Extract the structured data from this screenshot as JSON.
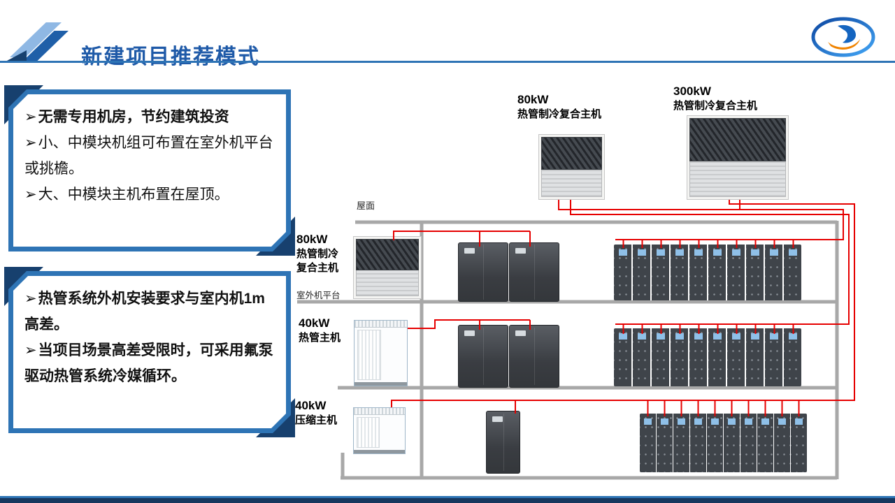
{
  "header": {
    "title": "新建项目推荐模式"
  },
  "bullet": "➢",
  "boxes": {
    "box1": {
      "items": [
        "无需专用机房，节约建筑投资",
        "小、中模块机组可布置在室外机平台或挑檐。",
        "大、中模块主机布置在屋顶。"
      ]
    },
    "box2": {
      "items": [
        "热管系统外机安装要求与室内机1m高差。",
        "当项目场景高差受限时，可采用氟泵驱动热管系统冷媒循环。"
      ]
    }
  },
  "diagram": {
    "rooftop_small": {
      "power": "80kW",
      "name": "热管制冷复合主机"
    },
    "rooftop_large": {
      "power": "300kW",
      "name": "热管制冷复合主机"
    },
    "roof_label": "屋面",
    "platform_label": "室外机平台",
    "floor1_unit": {
      "power": "80kW",
      "line2": "热管制冷",
      "line3": "复合主机"
    },
    "floor2_unit": {
      "power": "40kW",
      "name": "热管主机"
    },
    "floor3_unit": {
      "power": "40kW",
      "name": "压缩主机"
    }
  },
  "colors": {
    "accent": "#2e74b5",
    "title_blue": "#1f5aa8",
    "pipe_red": "#e60000",
    "structure_gray": "#a8a8a8",
    "frame_navy": "#17406e"
  }
}
